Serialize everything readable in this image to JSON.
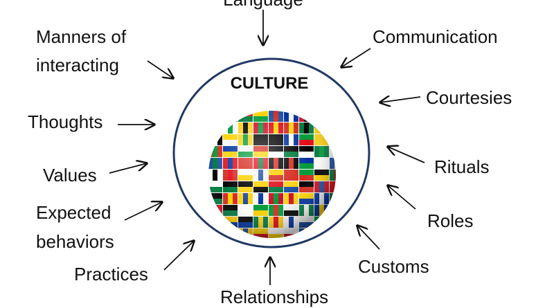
{
  "center": {
    "title": "CULTURE",
    "image": "globe-of-world-flags"
  },
  "labels": {
    "language": "Language",
    "manners_1": "Manners of",
    "manners_2": "interacting",
    "communication": "Communication",
    "courtesies": "Courtesies",
    "thoughts": "Thoughts",
    "values": "Values",
    "rituals": "Rituals",
    "expected_1": "Expected",
    "expected_2": "behaviors",
    "roles": "Roles",
    "practices": "Practices",
    "customs": "Customs",
    "relationships": "Relationships"
  },
  "colors": {
    "circle": "#1F3864",
    "text": "#111111"
  }
}
